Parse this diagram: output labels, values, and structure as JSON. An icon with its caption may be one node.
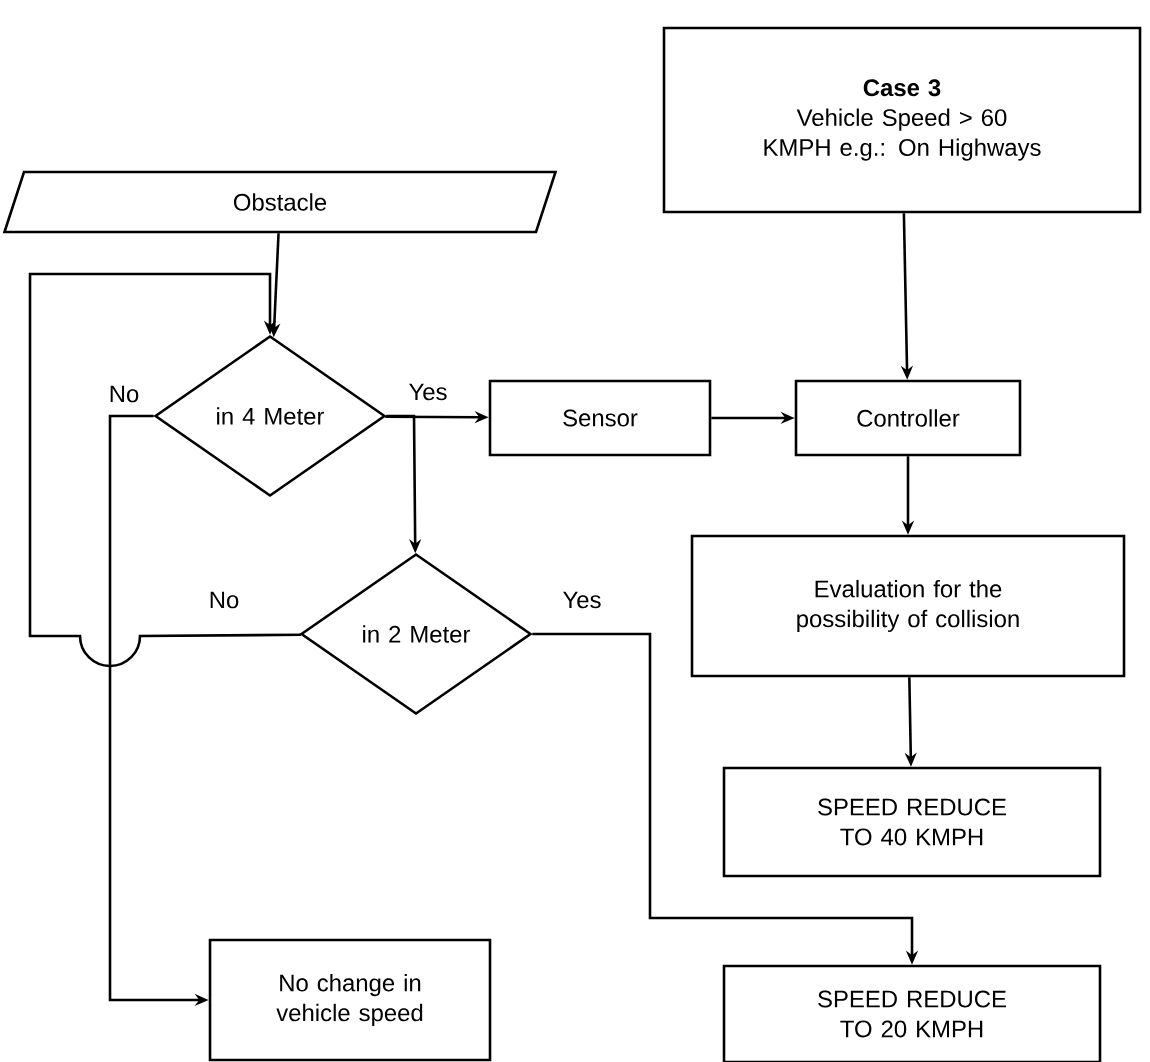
{
  "diagram": {
    "nodes": [
      {
        "text": [
          "Case 3",
          "Vehicle Speed > 60 KMPH e.g.: On Highways"
        ]
      },
      {
        "text": [
          "Obstacle"
        ]
      },
      {
        "text": [
          "in 4 Meter"
        ]
      },
      {
        "text": [
          "Sensor"
        ]
      },
      {
        "text": [
          "Controller"
        ]
      },
      {
        "text": [
          "in 2 Meter"
        ]
      },
      {
        "text": [
          "Evaluation for the possibility of collision"
        ]
      },
      {
        "text": [
          "SPEED REDUCE TO 40 KMPH"
        ]
      },
      {
        "text": [
          "No change in vehicle speed"
        ]
      },
      {
        "text": [
          "SPEED REDUCE TO 20 KMPH"
        ]
      }
    ],
    "edges": [
      {
        "from": 1,
        "to": 2,
        "arrow": "to"
      },
      {
        "from": 0,
        "to": 4,
        "arrow": "to"
      },
      {
        "from": 2,
        "to": 3,
        "arrow": "to",
        "label": "Yes"
      },
      {
        "from": 3,
        "to": 4,
        "arrow": "to"
      },
      {
        "from": 2,
        "to": 5,
        "arrow": "to"
      },
      {
        "from": 4,
        "to": 6,
        "arrow": "to"
      },
      {
        "from": 6,
        "to": 7,
        "arrow": "to"
      },
      {
        "from": 5,
        "to": 2,
        "arrow": "to",
        "label": "No"
      },
      {
        "from": 2,
        "to": 8,
        "arrow": "to",
        "label": "No"
      },
      {
        "from": 5,
        "to": 9,
        "arrow": "to",
        "label": "Yes"
      }
    ]
  }
}
